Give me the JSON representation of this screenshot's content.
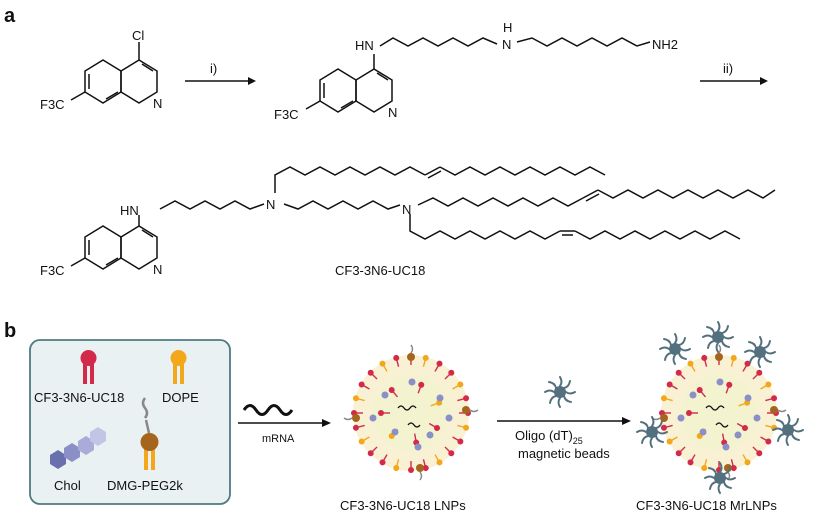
{
  "panel_a": {
    "label": "a",
    "start": {
      "substituent": "Cl",
      "cf3": "F3C",
      "n": "N"
    },
    "step1": "i)",
    "intermediate": {
      "hn": "HN",
      "nh": "N",
      "h": "H",
      "nh2": "NH2",
      "cf3": "F3C",
      "n": "N"
    },
    "step2": "ii)",
    "product": {
      "hn": "HN",
      "n1": "N",
      "n2": "N",
      "cf3": "F3C",
      "ring_n": "N",
      "name": "CF3-3N6-UC18"
    }
  },
  "panel_b": {
    "label": "b",
    "components": {
      "ionizable": "CF3-3N6-UC18",
      "helper": "DOPE",
      "cholesterol": "Chol",
      "peg": "DMG-PEG2k"
    },
    "arrow1": "mRNA",
    "lnp_label": "CF3-3N6-UC18 LNPs",
    "arrow2_line1": "Oligo (dT)",
    "arrow2_sub": "25",
    "arrow2_line2": "magnetic beads",
    "mrlnp_label": "CF3-3N6-UC18 MrLNPs"
  },
  "colors": {
    "lipid_red": "#d32a4b",
    "dope_orange": "#f3a81b",
    "chol_purple": "#8a8fc7",
    "peg_brown": "#a5651d",
    "core_yellow": "#f4f3cf",
    "bead": "#53707f",
    "box_fill": "#eaf1f2",
    "box_stroke": "#4d7b82"
  }
}
